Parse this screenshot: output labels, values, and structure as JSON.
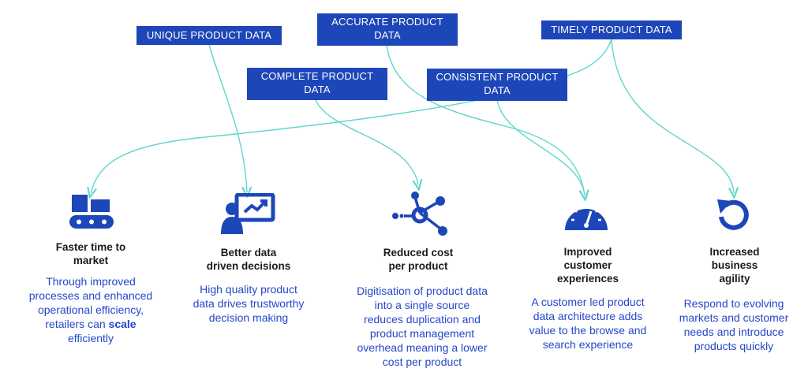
{
  "tags": {
    "unique": "UNIQUE PRODUCT DATA",
    "accurate_1": "ACCURATE PRODUCT",
    "accurate_2": "DATA",
    "timely": "TIMELY PRODUCT DATA",
    "complete_1": "COMPLETE PRODUCT",
    "complete_2": "DATA",
    "consistent_1": "CONSISTENT PRODUCT",
    "consistent_2": "DATA"
  },
  "benefits": [
    {
      "icon": "conveyor-boxes-icon",
      "title_1": "Faster time to",
      "title_2": "market",
      "desc_1": "Through improved",
      "desc_2": "processes and enhanced",
      "desc_3": "operational efficiency,",
      "desc_4a": "retailers can ",
      "desc_4b": "scale",
      "desc_5": "efficiently"
    },
    {
      "icon": "presenter-chart-icon",
      "title_1": "Better data",
      "title_2": "driven decisions",
      "desc_1": "High quality product",
      "desc_2": "data drives trustworthy",
      "desc_3": "decision making"
    },
    {
      "icon": "network-hub-icon",
      "title_1": "Reduced cost",
      "title_2": "per product",
      "desc_1": "Digitisation of product data",
      "desc_2": "into a single source",
      "desc_3": "reduces duplication and",
      "desc_4": "product management",
      "desc_5": "overhead meaning a lower",
      "desc_6": "cost per product"
    },
    {
      "icon": "speedometer-icon",
      "title_1": "Improved",
      "title_2": "customer",
      "title_3": "experiences",
      "desc_1": "A customer led product",
      "desc_2": "data architecture adds",
      "desc_3": "value to the browse and",
      "desc_4": "search experience"
    },
    {
      "icon": "refresh-arrow-icon",
      "title_1": "Increased",
      "title_2": "business",
      "title_3": "agility",
      "desc_1": "Respond to evolving",
      "desc_2": "markets and customer",
      "desc_3": "needs and introduce",
      "desc_4": "products quickly"
    }
  ],
  "colors": {
    "tag_bg": "#1d46b8",
    "icon": "#1d46b8",
    "arrow": "#5fd6cc",
    "desc_text": "#2447c9"
  }
}
